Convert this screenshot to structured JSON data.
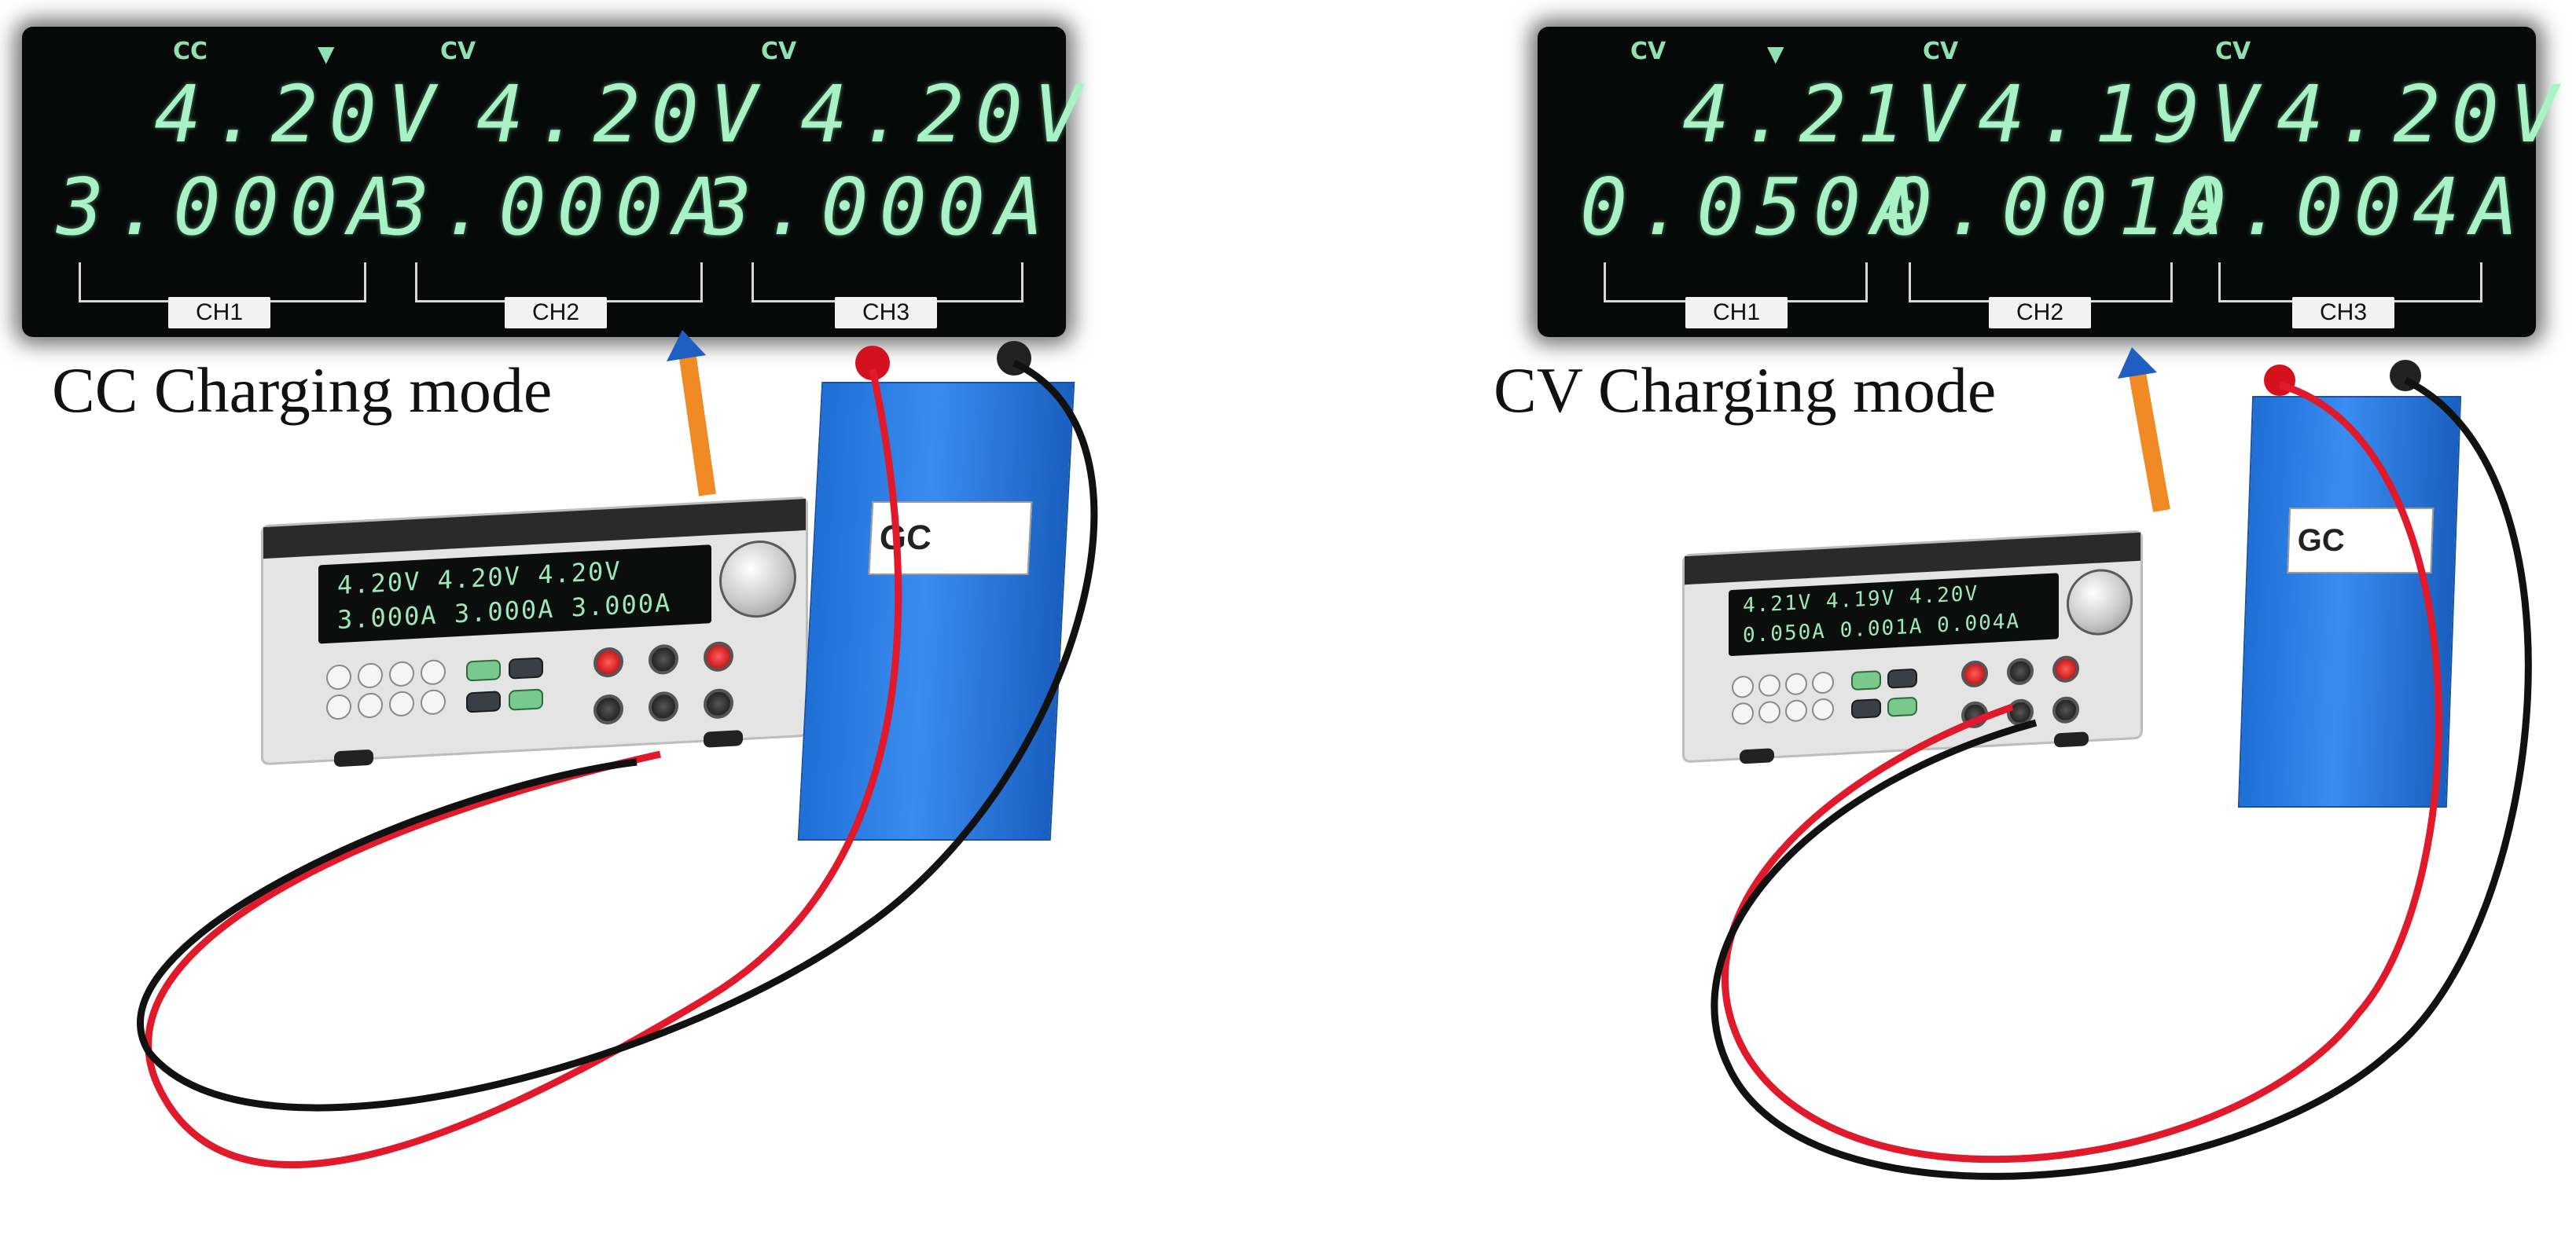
{
  "panels": [
    {
      "mode_label": "CC Charging mode",
      "indicators": {
        "ch1": "CC",
        "ch2": "CV",
        "ch3": "CV"
      },
      "channels": [
        {
          "name": "CH1",
          "voltage": "4.20V",
          "current": "3.000A"
        },
        {
          "name": "CH2",
          "voltage": "4.20V",
          "current": "3.000A"
        },
        {
          "name": "CH3",
          "voltage": "4.20V",
          "current": "3.000A"
        }
      ],
      "psu_readout": {
        "top": "4.20V  4.20V  4.20V",
        "bottom": "3.000A 3.000A 3.000A"
      },
      "battery_label": "GC"
    },
    {
      "mode_label": "CV Charging mode",
      "indicators": {
        "ch1": "CV",
        "ch2": "CV",
        "ch3": "CV"
      },
      "channels": [
        {
          "name": "CH1",
          "voltage": "4.21V",
          "current": "0.050A"
        },
        {
          "name": "CH2",
          "voltage": "4.19V",
          "current": "0.001A"
        },
        {
          "name": "CH3",
          "voltage": "4.20V",
          "current": "0.004A"
        }
      ],
      "psu_readout": {
        "top": "4.21V  4.19V  4.20V",
        "bottom": "0.050A 0.001A 0.004A"
      },
      "battery_label": "GC"
    }
  ],
  "colors": {
    "lcd_text": "#a9f2c6",
    "arrow": "#f08a24",
    "battery": "#2f7fe4",
    "red_lead": "#e0192b",
    "black_lead": "#111111"
  },
  "icons": [
    "arrow-up-icon",
    "triangle-down-icon"
  ]
}
